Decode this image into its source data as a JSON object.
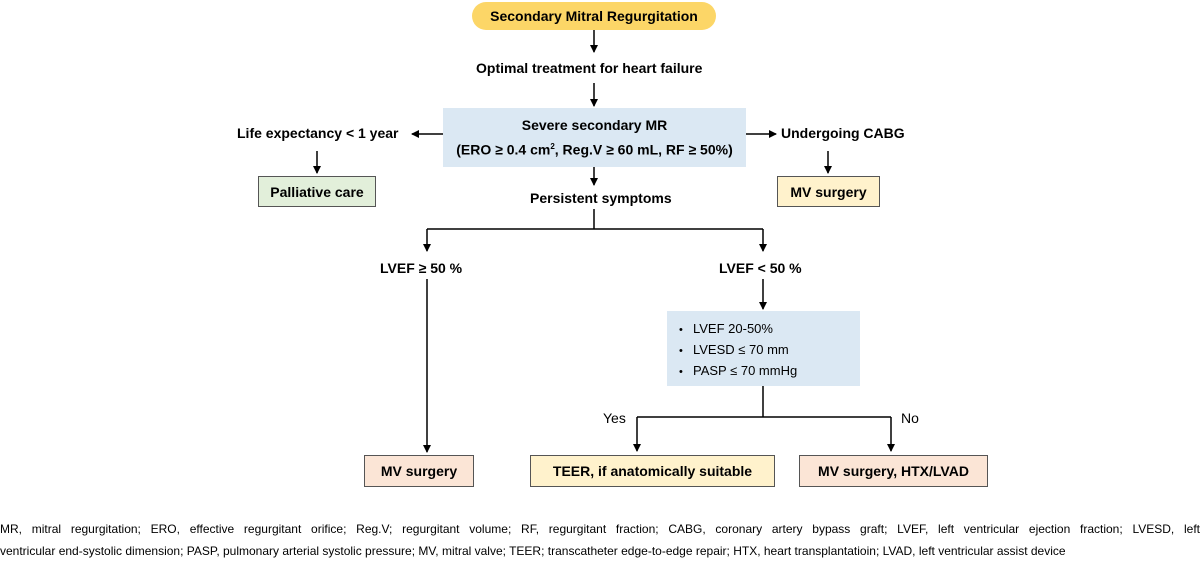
{
  "nodes": {
    "title": "Secondary Mitral Regurgitation",
    "optimal": "Optimal treatment for heart failure",
    "severe_line1": "Severe secondary MR",
    "severe_line2_a": "(ERO ≥ 0.4 cm",
    "severe_line2_sup": "2",
    "severe_line2_b": ", Reg.V ≥ 60 mL,  RF ≥ 50%)",
    "life_expectancy": "Life expectancy < 1 year",
    "palliative": "Palliative care",
    "cabg": "Undergoing CABG",
    "mv_surgery_top": "MV surgery",
    "persistent": "Persistent symptoms",
    "lvef_high": "LVEF ≥ 50 %",
    "lvef_low": "LVEF < 50 %",
    "criteria": [
      "LVEF 20-50%",
      "LVESD ≤ 70 mm",
      "PASP ≤ 70 mmHg"
    ],
    "yes": "Yes",
    "no": "No",
    "mv_surgery_left": "MV surgery",
    "teer": "TEER,  if anatomically suitable",
    "mv_htx": "MV surgery, HTX/LVAD"
  },
  "footnote": {
    "line1": "MR, mitral regurgitation;  ERO,  effective  regurgitant  orifice;  Reg.V;  regurgitant  volume;  RF,  regurgitant  fraction;  CABG,  coronary  artery  bypass  graft;  LVEF,  left  ventricular  ejection  fraction;  LVESD,  left",
    "line2": "ventricular  end-systolic  dimension;  PASP,  pulmonary  arterial  systolic  pressure;  MV,  mitral  valve;   TEER;  transcatheter  edge-to-edge  repair;  HTX,  heart  transplantatioin;  LVAD,  left  ventricular  assist  device"
  },
  "colors": {
    "title_fill": "#fcd667",
    "blue_fill": "#dbe8f3",
    "green_fill": "#e2efda",
    "yellow_fill": "#fff2cc",
    "pink_fill": "#fbe5d6"
  }
}
